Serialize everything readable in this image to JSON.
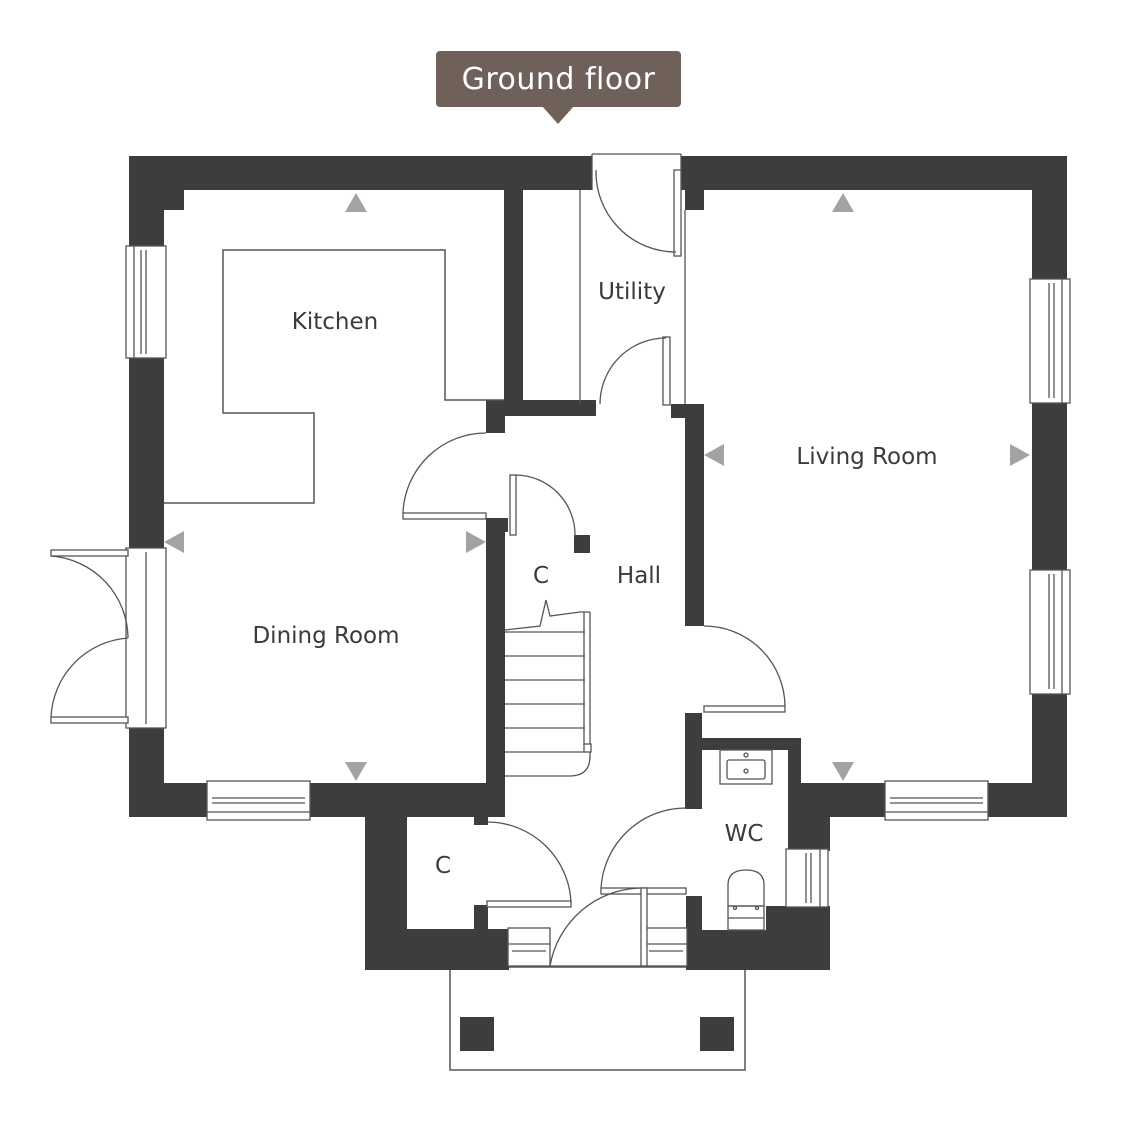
{
  "title": "Ground floor",
  "colors": {
    "badge": "#6f6159",
    "wall": "#3d3d3d",
    "arrow": "#a3a3a3",
    "line": "#555555"
  },
  "rooms": {
    "kitchen": "Kitchen",
    "utility": "Utility",
    "living_room": "Living Room",
    "dining_room": "Dining Room",
    "hall": "Hall",
    "cupboard_stairs": "C",
    "cupboard_entrance": "C",
    "wc": "WC"
  }
}
